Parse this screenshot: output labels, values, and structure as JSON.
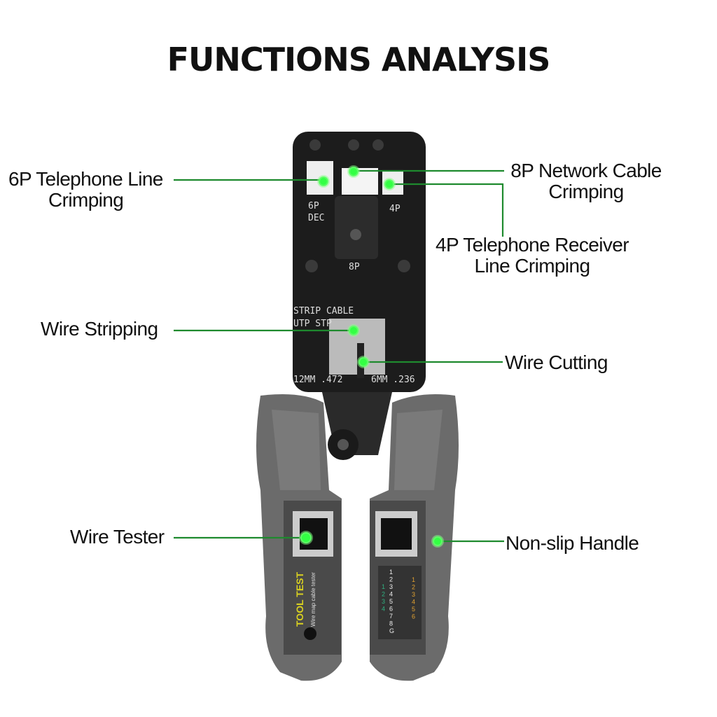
{
  "title": "FUNCTIONS ANALYSIS",
  "callouts": {
    "six_p": {
      "line1": "6P Telephone Line",
      "line2": "Crimping"
    },
    "eight_p": {
      "line1": "8P Network Cable",
      "line2": "Crimping"
    },
    "four_p": {
      "line1": "4P Telephone Receiver",
      "line2": "Line Crimping"
    },
    "stripping": "Wire Stripping",
    "cutting": "Wire Cutting",
    "tester": "Wire Tester",
    "handle": "Non-slip Handle"
  },
  "imprints": {
    "p6": "6P",
    "dec": "DEC",
    "p4": "4P",
    "p8": "8P",
    "strip": "STRIP CABLE",
    "utp": "UTP STP",
    "mm12": "12MM .472",
    "mm6": "6MM .236",
    "tool_test": "TOOL TEST",
    "wire_map": "Wire map cable tester",
    "led_left": [
      "1",
      "2",
      "3",
      "4",
      "5",
      "6",
      "7",
      "8",
      "G"
    ],
    "led_green": [
      "1",
      "2",
      "3",
      "4"
    ],
    "led_orange": [
      "1",
      "2",
      "3",
      "4",
      "5",
      "6"
    ]
  },
  "colors": {
    "line": "#1e8a2e",
    "dot": "#33ff44",
    "body": "#1c1c1c",
    "handle": "#6b6b6b"
  }
}
